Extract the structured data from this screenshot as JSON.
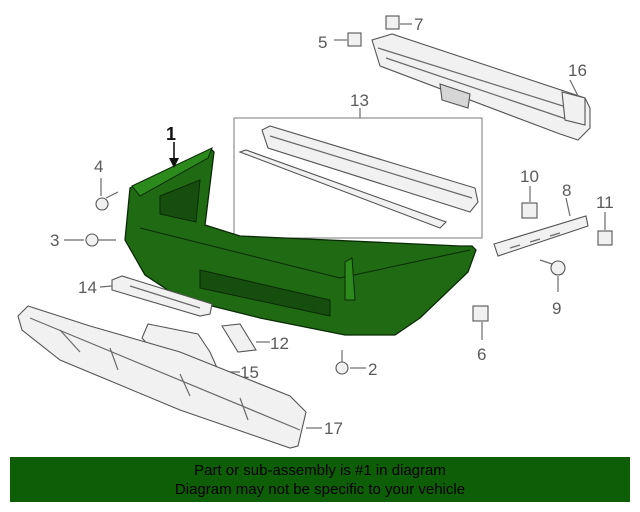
{
  "callouts": {
    "c1": "1",
    "c2": "2",
    "c3": "3",
    "c4": "4",
    "c5": "5",
    "c6": "6",
    "c7": "7",
    "c8": "8",
    "c9": "9",
    "c10": "10",
    "c11": "11",
    "c12": "12",
    "c13": "13",
    "c14": "14",
    "c15": "15",
    "c16": "16",
    "c17": "17"
  },
  "colors": {
    "highlight": "#1f6a12",
    "banner": "#0d5e06"
  },
  "banner": {
    "line1": "Part or sub-assembly is #1 in diagram",
    "line2": "Diagram may not be specific to your vehicle"
  }
}
